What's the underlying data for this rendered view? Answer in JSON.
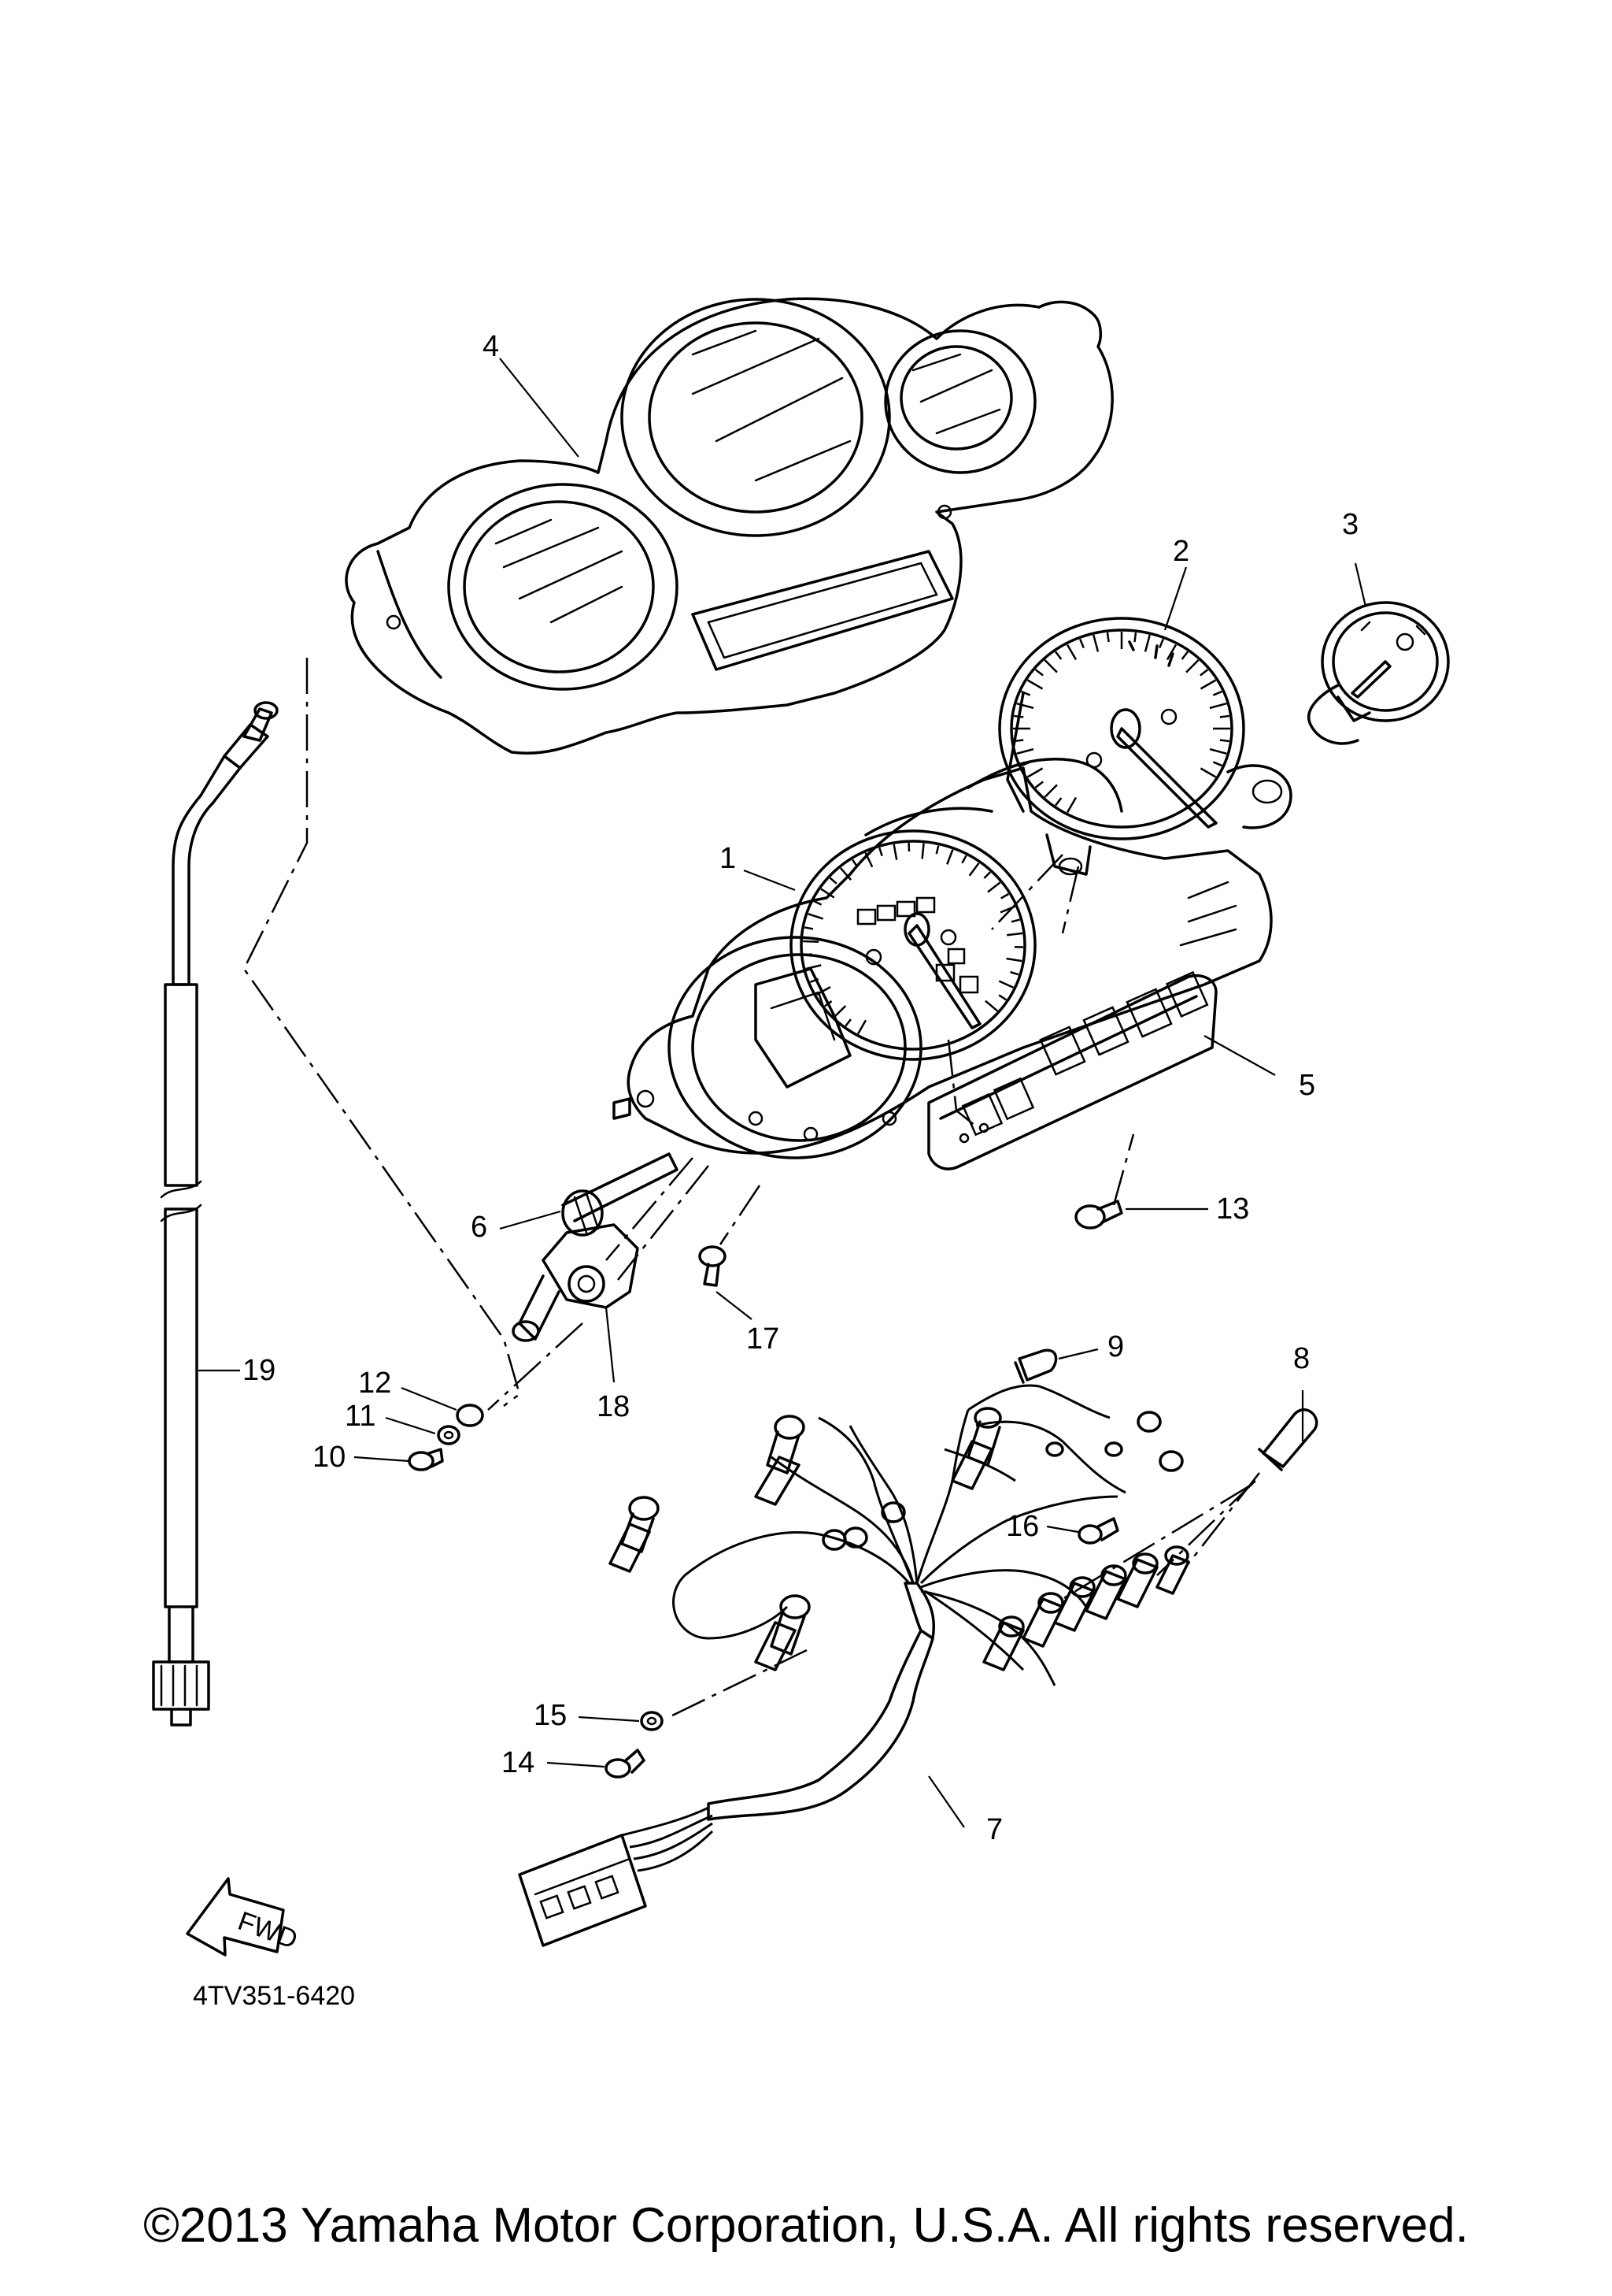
{
  "diagram": {
    "callouts": [
      {
        "id": "1",
        "text": "1"
      },
      {
        "id": "2",
        "text": "2"
      },
      {
        "id": "3",
        "text": "3"
      },
      {
        "id": "4",
        "text": "4"
      },
      {
        "id": "5",
        "text": "5"
      },
      {
        "id": "6",
        "text": "6"
      },
      {
        "id": "7",
        "text": "7"
      },
      {
        "id": "8",
        "text": "8"
      },
      {
        "id": "9",
        "text": "9"
      },
      {
        "id": "10",
        "text": "10"
      },
      {
        "id": "11",
        "text": "11"
      },
      {
        "id": "12",
        "text": "12"
      },
      {
        "id": "13",
        "text": "13"
      },
      {
        "id": "14",
        "text": "14"
      },
      {
        "id": "15",
        "text": "15"
      },
      {
        "id": "16",
        "text": "16"
      },
      {
        "id": "17",
        "text": "17"
      },
      {
        "id": "18",
        "text": "18"
      },
      {
        "id": "19",
        "text": "19"
      }
    ],
    "fwd_label": "FWD",
    "diagram_code": "4TV351-6420"
  },
  "footer": {
    "copyright": "©2013 Yamaha Motor Corporation, U.S.A. All rights reserved."
  }
}
